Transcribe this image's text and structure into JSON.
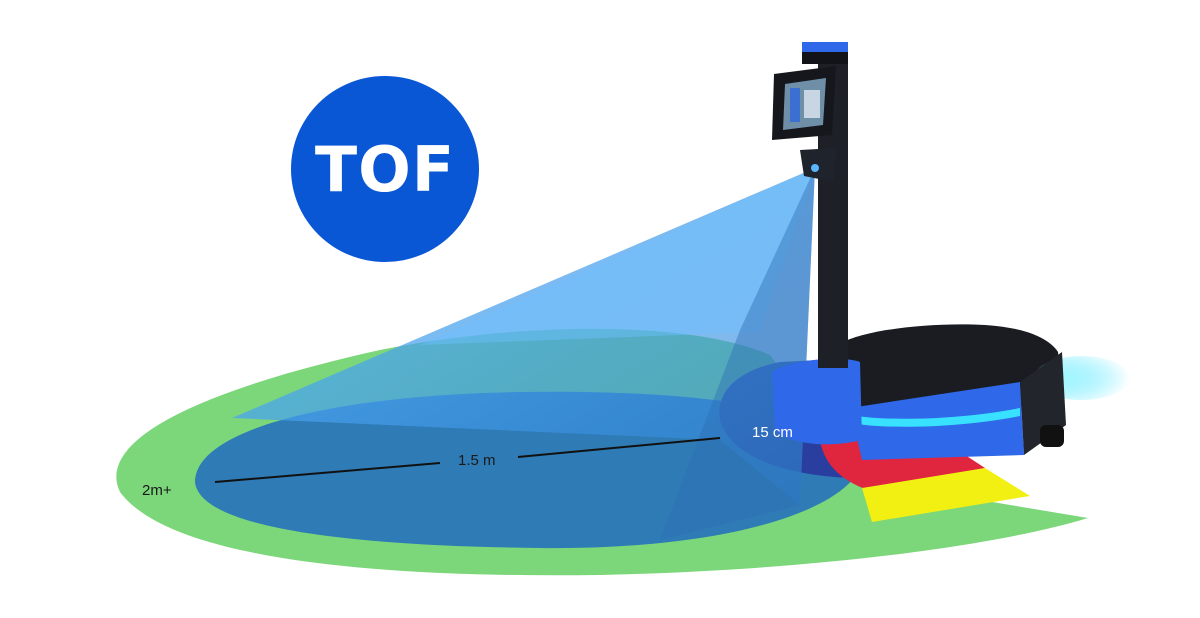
{
  "badge": {
    "text": "TOF",
    "color": "#0a57d6"
  },
  "labels": {
    "far_range": "2m+",
    "mid_range": "1.5 m",
    "near_range": "15 cm"
  },
  "colors": {
    "green_zone": "#7cd67a",
    "blue_zone": "#2e7bb5",
    "navy_zone": "#2a3ea0",
    "red_zone": "#e0253e",
    "yellow_zone": "#f2f012",
    "beam": "#3aa0ff",
    "robot_body": "#1a1c22",
    "robot_panel": "#2f68e8",
    "led_glow": "#38e1ff"
  },
  "icons": [
    "robot",
    "tablet-screen",
    "depth-camera"
  ]
}
